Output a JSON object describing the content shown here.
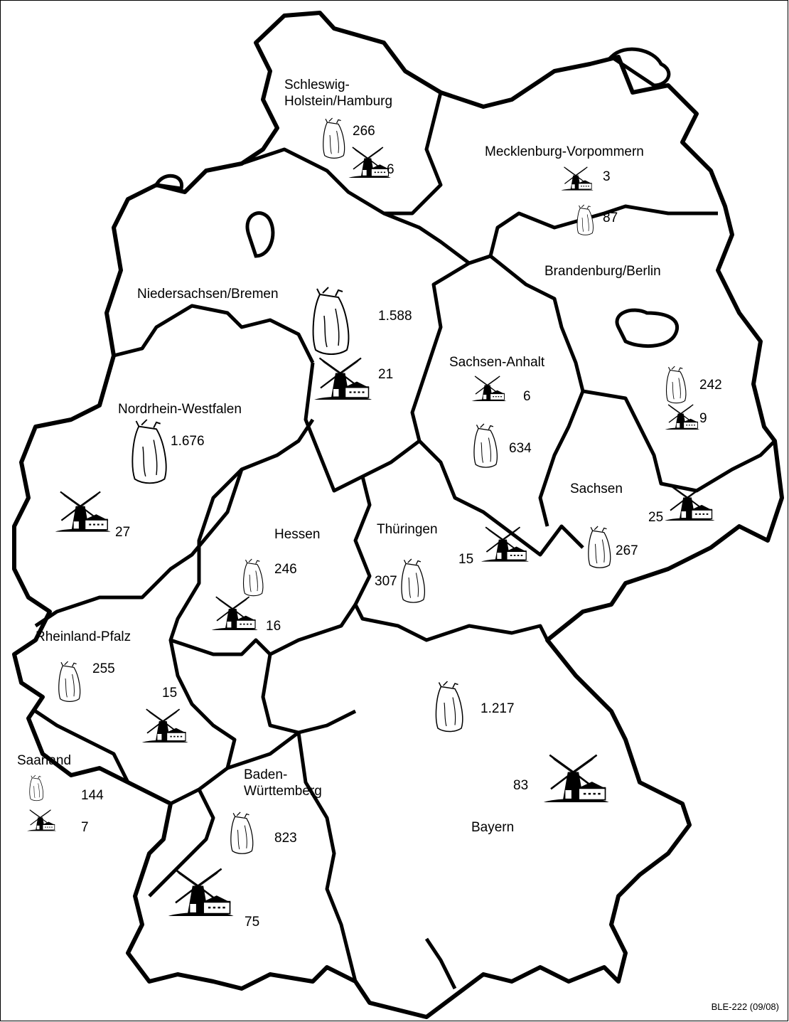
{
  "map": {
    "credit": "BLE-222 (09/08)",
    "icons": {
      "sack": "grain-sack-icon",
      "mill": "windmill-icon"
    },
    "regions": {
      "sh": {
        "label": "Schleswig-\nHolstein/Hamburg",
        "sacks": "266",
        "mills": "6"
      },
      "mv": {
        "label": "Mecklenburg-Vorpommern",
        "mills": "3",
        "sacks": "87"
      },
      "bb": {
        "label": "Brandenburg/Berlin",
        "sacks": "242",
        "mills": "9"
      },
      "ni": {
        "label": "Niedersachsen/Bremen",
        "sacks": "1.588",
        "mills": "21"
      },
      "st": {
        "label": "Sachsen-Anhalt",
        "mills": "6",
        "sacks": "634"
      },
      "nw": {
        "label": "Nordrhein-Westfalen",
        "sacks": "1.676",
        "mills": "27"
      },
      "sn": {
        "label": "Sachsen",
        "mills": "25",
        "sacks": "267"
      },
      "he": {
        "label": "Hessen",
        "sacks": "246",
        "mills": "16"
      },
      "th": {
        "label": "Thüringen",
        "mills": "15",
        "sacks": "307"
      },
      "rp": {
        "label": "Rheinland-Pfalz",
        "sacks": "255",
        "mills": "15"
      },
      "sl": {
        "label": "Saarland",
        "sacks": "144",
        "mills": "7"
      },
      "bw": {
        "label": "Baden-\nWürttemberg",
        "sacks": "823",
        "mills": "75"
      },
      "by": {
        "label": "Bayern",
        "sacks": "1.217",
        "mills": "83"
      }
    }
  }
}
